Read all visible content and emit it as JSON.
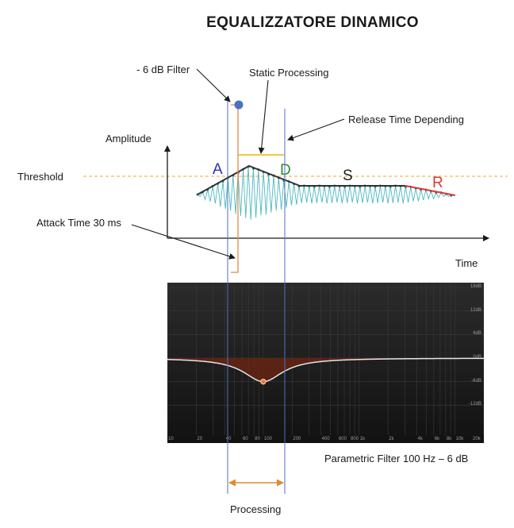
{
  "title": "EQUALIZZATORE DINAMICO",
  "labels": {
    "filter_marker": "- 6 dB Filter",
    "static_processing": "Static Processing",
    "release_time": "Release Time Depending",
    "amplitude": "Amplitude",
    "threshold": "Threshold",
    "attack_time": "Attack Time 30 ms",
    "time": "Time",
    "parametric_filter": "Parametric Filter 100 Hz – 6 dB",
    "processing": "Processing"
  },
  "phases": [
    {
      "letter": "A",
      "color": "#2b2fb3"
    },
    {
      "letter": "D",
      "color": "#2e8b2e"
    },
    {
      "letter": "S",
      "color": "#1a1a1a"
    },
    {
      "letter": "R",
      "color": "#d93a3a"
    }
  ],
  "eq": {
    "gain_ticks": [
      "18dB",
      "12dB",
      "6dB",
      "0dB",
      "-6dB",
      "-12dB"
    ],
    "freq_ticks": [
      "10",
      "20",
      "40",
      "60",
      "80",
      "100",
      "200",
      "400",
      "600",
      "800",
      "1k",
      "2k",
      "4k",
      "6k",
      "8k",
      "10k",
      "20k"
    ],
    "filter_frequency_hz": 100,
    "filter_gain_db": -6
  },
  "colors": {
    "threshold_line": "#f0a830",
    "waveform": "#4db8c0",
    "waveform_dots": "#2f6a6e",
    "envelope": "#333333",
    "marker_dot": "#4a72c4",
    "guide_lines": "#4a72c4",
    "attack_bracket": "#e08a4a",
    "static_bar": "#e6b800",
    "processing_arrow": "#e08a30",
    "eq_curve": "#e8e4ea",
    "eq_fill": "#6a2412",
    "eq_node": "#e07a40"
  }
}
